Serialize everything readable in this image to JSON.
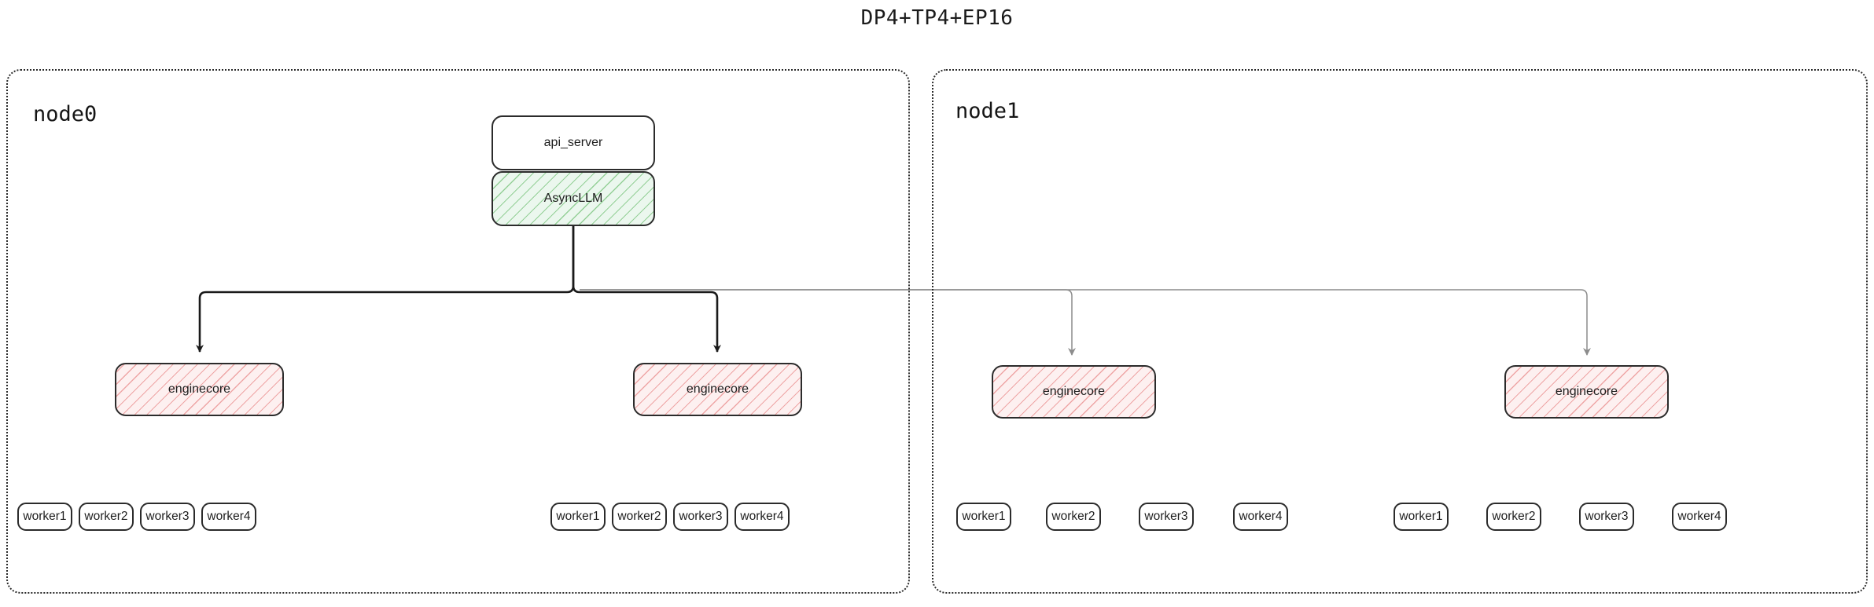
{
  "title": "DP4+TP4+EP16",
  "colors": {
    "stroke": "#2b2b2b",
    "edge_primary": "#1a1a1a",
    "edge_secondary": "#8c8c8c",
    "asyncllm_fill": "#ebf7ee",
    "asyncllm_hatch": "#4caf50",
    "enginecore_fill": "#fdf0f0",
    "enginecore_hatch": "#e57373",
    "background": "#ffffff"
  },
  "nodes": [
    {
      "id": "node0",
      "label": "node0",
      "services": [
        {
          "id": "api_server",
          "label": "api_server",
          "style": "plain"
        },
        {
          "id": "asyncllm",
          "label": "AsyncLLM",
          "style": "green-hatch"
        }
      ],
      "engines": [
        {
          "id": "node0-engine0",
          "label": "enginecore",
          "workers": [
            {
              "label": "worker1"
            },
            {
              "label": "worker2"
            },
            {
              "label": "worker3"
            },
            {
              "label": "worker4"
            }
          ]
        },
        {
          "id": "node0-engine1",
          "label": "enginecore",
          "workers": [
            {
              "label": "worker1"
            },
            {
              "label": "worker2"
            },
            {
              "label": "worker3"
            },
            {
              "label": "worker4"
            }
          ]
        }
      ]
    },
    {
      "id": "node1",
      "label": "node1",
      "services": [],
      "engines": [
        {
          "id": "node1-engine0",
          "label": "enginecore",
          "workers": [
            {
              "label": "worker1"
            },
            {
              "label": "worker2"
            },
            {
              "label": "worker3"
            },
            {
              "label": "worker4"
            }
          ]
        },
        {
          "id": "node1-engine1",
          "label": "enginecore",
          "workers": [
            {
              "label": "worker1"
            },
            {
              "label": "worker2"
            },
            {
              "label": "worker3"
            },
            {
              "label": "worker4"
            }
          ]
        }
      ]
    }
  ]
}
